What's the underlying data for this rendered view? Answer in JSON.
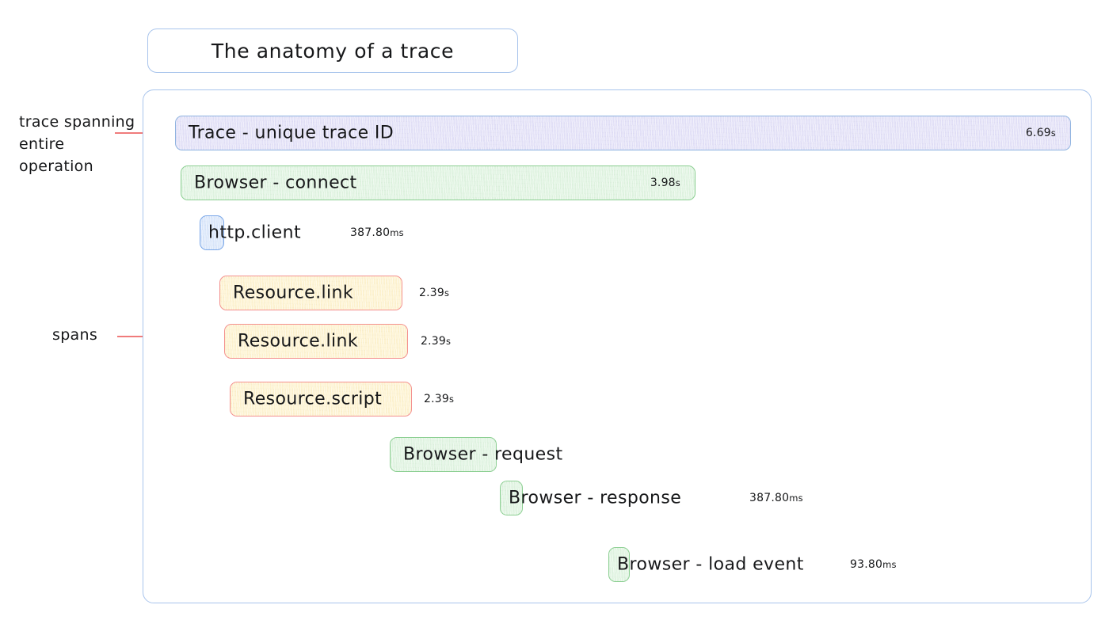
{
  "title": {
    "text": "The anatomy of a trace"
  },
  "annotations": [
    {
      "id": "trace-annotation",
      "text": "trace spanning entire operation"
    },
    {
      "id": "spans-annotation",
      "text": "spans"
    }
  ],
  "colors": {
    "container_border": "#a8c4ec",
    "trace_fill": "#e2e0f7",
    "trace_border": "#8fb3e0",
    "browser_fill": "#dff3e0",
    "browser_border": "#8ccf92",
    "http_fill": "#d9e6fa",
    "http_border": "#7aa7e8",
    "resource_fill": "#fdf2cf",
    "resource_border": "#f4918f",
    "leader_line": "#f07b7b"
  },
  "spans": [
    {
      "name": "Trace - unique trace ID",
      "duration": "6.69",
      "unit": "s",
      "duration_position": "inside",
      "color": "purple"
    },
    {
      "name": "Browser - connect",
      "duration": "3.98",
      "unit": "s",
      "duration_position": "inside",
      "color": "green"
    },
    {
      "name": "http.client",
      "duration": "387.80",
      "unit": "ms",
      "duration_position": "outside",
      "color": "blue"
    },
    {
      "name": "Resource.link",
      "duration": "2.39",
      "unit": "s",
      "duration_position": "outside",
      "color": "orange"
    },
    {
      "name": "Resource.link",
      "duration": "2.39",
      "unit": "s",
      "duration_position": "outside",
      "color": "orange"
    },
    {
      "name": "Resource.script",
      "duration": "2.39",
      "unit": "s",
      "duration_position": "outside",
      "color": "orange"
    },
    {
      "name": "Browser - request",
      "duration": "",
      "unit": "",
      "duration_position": "none",
      "color": "green"
    },
    {
      "name": "Browser - response",
      "duration": "387.80",
      "unit": "ms",
      "duration_position": "outside",
      "color": "green"
    },
    {
      "name": "Browser - load event",
      "duration": "93.80",
      "unit": "ms",
      "duration_position": "outside",
      "color": "green"
    }
  ]
}
